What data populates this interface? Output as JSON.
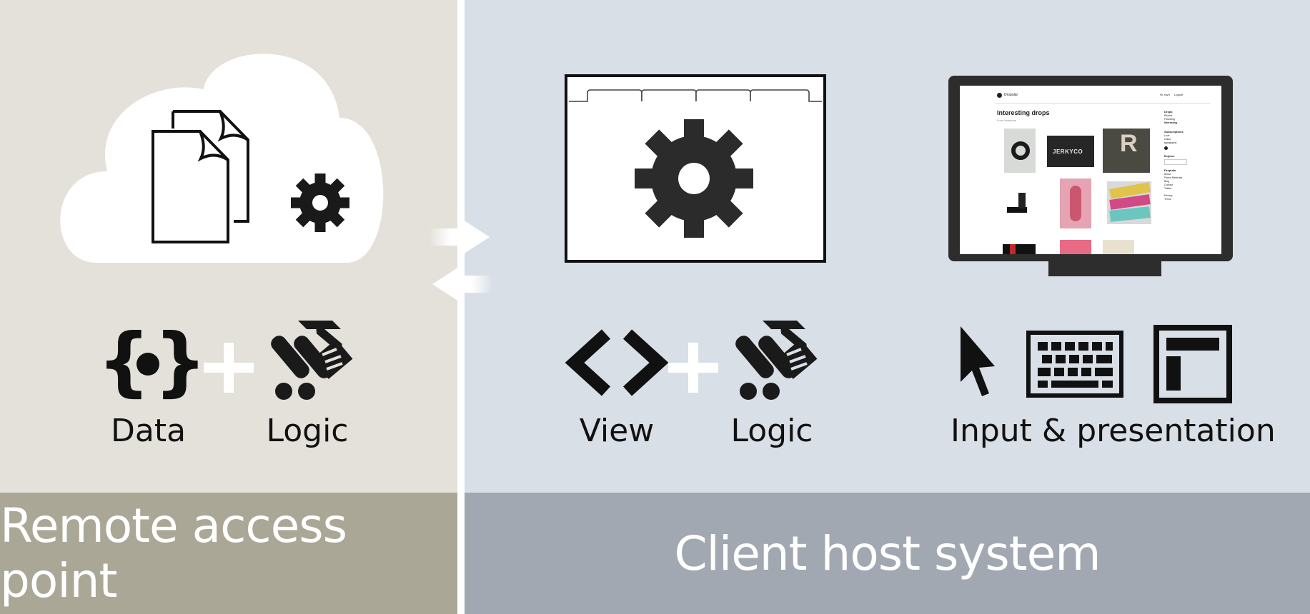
{
  "left": {
    "footer_title": "Remote access point",
    "labels": {
      "data": "Data",
      "logic": "Logic"
    },
    "icons": [
      "cloud-icon",
      "documents-icon",
      "gear-icon",
      "braces-dot-icon",
      "plus-icon",
      "scroll-code-icon"
    ]
  },
  "right": {
    "footer_title": "Client host system",
    "labels": {
      "view": "View",
      "logic": "Logic",
      "input_presentation": "Input & presentation"
    },
    "icons": [
      "browser-window-icon",
      "gear-icon",
      "monitor-icon",
      "angle-brackets-icon",
      "plus-icon",
      "scroll-code-icon",
      "cursor-icon",
      "keyboard-icon",
      "layout-icon"
    ]
  },
  "screen": {
    "app_name": "Dropular",
    "heading": "Interesting drops",
    "subheading": "From everyone",
    "nav_items": [
      "Hi, ravn",
      "Logout"
    ],
    "sidebar": {
      "drops_title": "Drops",
      "drops_items": [
        "Recent",
        "Following",
        "Interesting"
      ],
      "subscriptions_title": "Subscriptions",
      "subscriptions_items": [
        "Love",
        "colour",
        "typography"
      ],
      "explore_title": "Explore",
      "dropular_title": "Dropular",
      "dropular_items": [
        "About",
        "Friend Referrals",
        "Blog",
        "Contact",
        "Twitter",
        "Privacy",
        "Terms"
      ]
    },
    "thumb_text": "JERKYCO",
    "thumb_letter": "R"
  },
  "colors": {
    "left_bg": "#e3e1d9",
    "left_footer": "#aaa797",
    "right_bg": "#d9dfe7",
    "right_footer": "#a2a8b1",
    "icon": "#1a1a1a",
    "plus": "#ffffff"
  }
}
